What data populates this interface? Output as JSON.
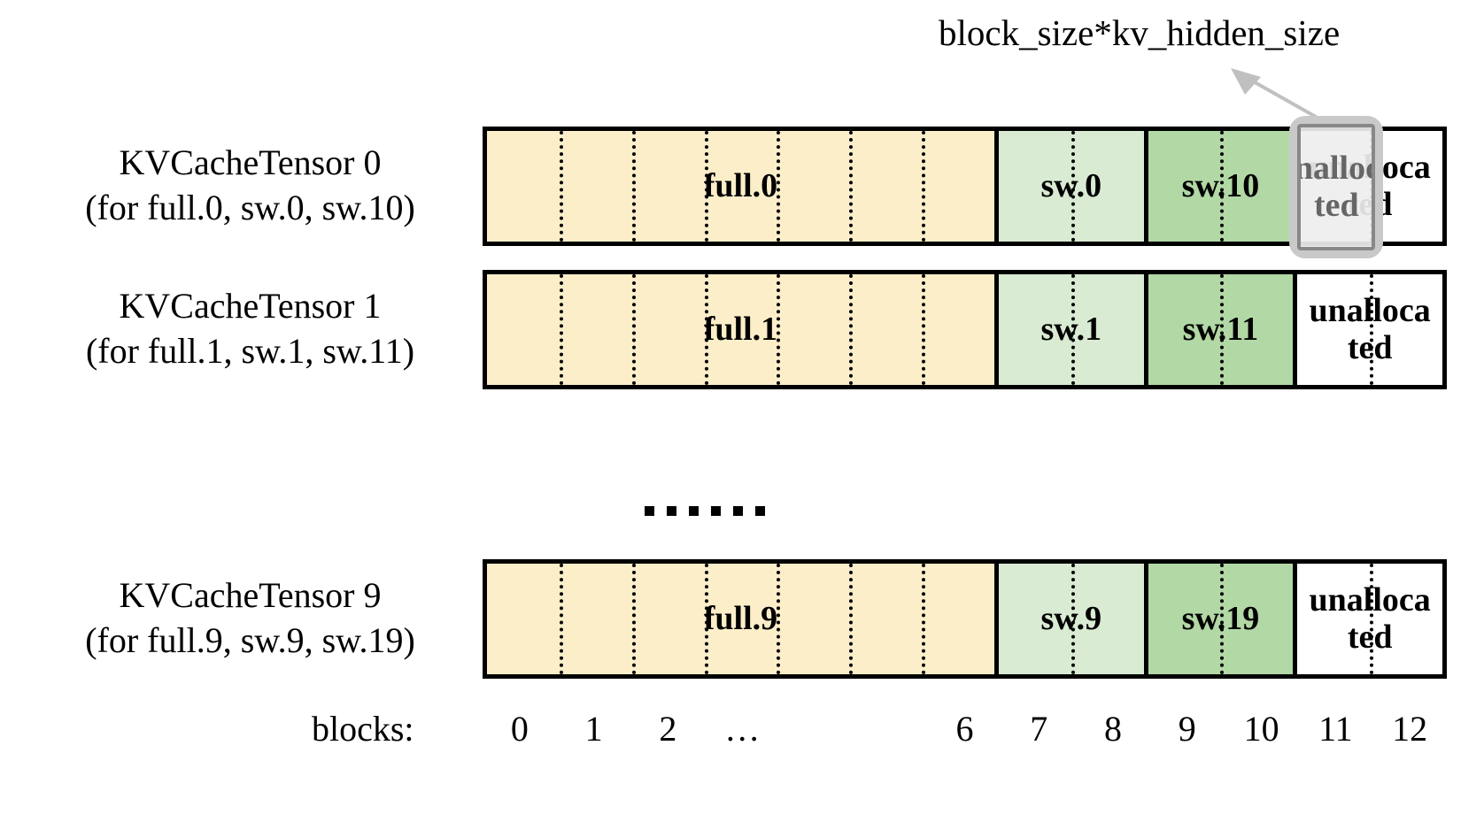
{
  "annotation": {
    "label": "block_size*kv_hidden_size",
    "arrow_icon": "arrow-up-left-icon",
    "arrow_color": "#c0c0c0",
    "highlight_text": "unalloca\nted",
    "highlight_border_color": "#c9c9c9",
    "highlight_fill_color": "#eeeeee",
    "highlight_text_color": "#666666"
  },
  "colors": {
    "full_fill": "#fceec9",
    "sw_low_fill": "#d9ebd3",
    "sw_high_fill": "#b2d8a5",
    "unallocated_fill": "#ffffff",
    "outline": "#000000"
  },
  "rows": [
    {
      "label_line1": "KVCacheTensor 0",
      "label_line2": "(for full.0, sw.0, sw.10)",
      "segments": [
        {
          "name": "full-segment",
          "text": "full.0",
          "blocks": 7,
          "fill": "#fceec9"
        },
        {
          "name": "sw-low-segment",
          "text": "sw.0",
          "blocks": 2,
          "fill": "#d9ebd3"
        },
        {
          "name": "sw-high-segment",
          "text": "sw.10",
          "blocks": 2,
          "fill": "#b2d8a5"
        },
        {
          "name": "unallocated-segment",
          "text": "unalloca\nted",
          "blocks": 2,
          "fill": "#ffffff"
        }
      ]
    },
    {
      "label_line1": "KVCacheTensor 1",
      "label_line2": "(for full.1, sw.1, sw.11)",
      "segments": [
        {
          "name": "full-segment",
          "text": "full.1",
          "blocks": 7,
          "fill": "#fceec9"
        },
        {
          "name": "sw-low-segment",
          "text": "sw.1",
          "blocks": 2,
          "fill": "#d9ebd3"
        },
        {
          "name": "sw-high-segment",
          "text": "sw.11",
          "blocks": 2,
          "fill": "#b2d8a5"
        },
        {
          "name": "unallocated-segment",
          "text": "unalloca\nted",
          "blocks": 2,
          "fill": "#ffffff"
        }
      ]
    },
    {
      "label_line1": "KVCacheTensor 9",
      "label_line2": "(for full.9, sw.9, sw.19)",
      "segments": [
        {
          "name": "full-segment",
          "text": "full.9",
          "blocks": 7,
          "fill": "#fceec9"
        },
        {
          "name": "sw-low-segment",
          "text": "sw.9",
          "blocks": 2,
          "fill": "#d9ebd3"
        },
        {
          "name": "sw-high-segment",
          "text": "sw.19",
          "blocks": 2,
          "fill": "#b2d8a5"
        },
        {
          "name": "unallocated-segment",
          "text": "unalloca\nted",
          "blocks": 2,
          "fill": "#ffffff"
        }
      ]
    }
  ],
  "ellipsis": {
    "text": "……",
    "dot_count": 6
  },
  "axis": {
    "title": "blocks:",
    "ticks": [
      "0",
      "1",
      "2",
      "…",
      "6",
      "7",
      "8",
      "9",
      "10",
      "11",
      "12"
    ],
    "tick_block_index": [
      0,
      1,
      2,
      3,
      6,
      7,
      8,
      9,
      10,
      11,
      12
    ],
    "total_blocks": 13
  }
}
